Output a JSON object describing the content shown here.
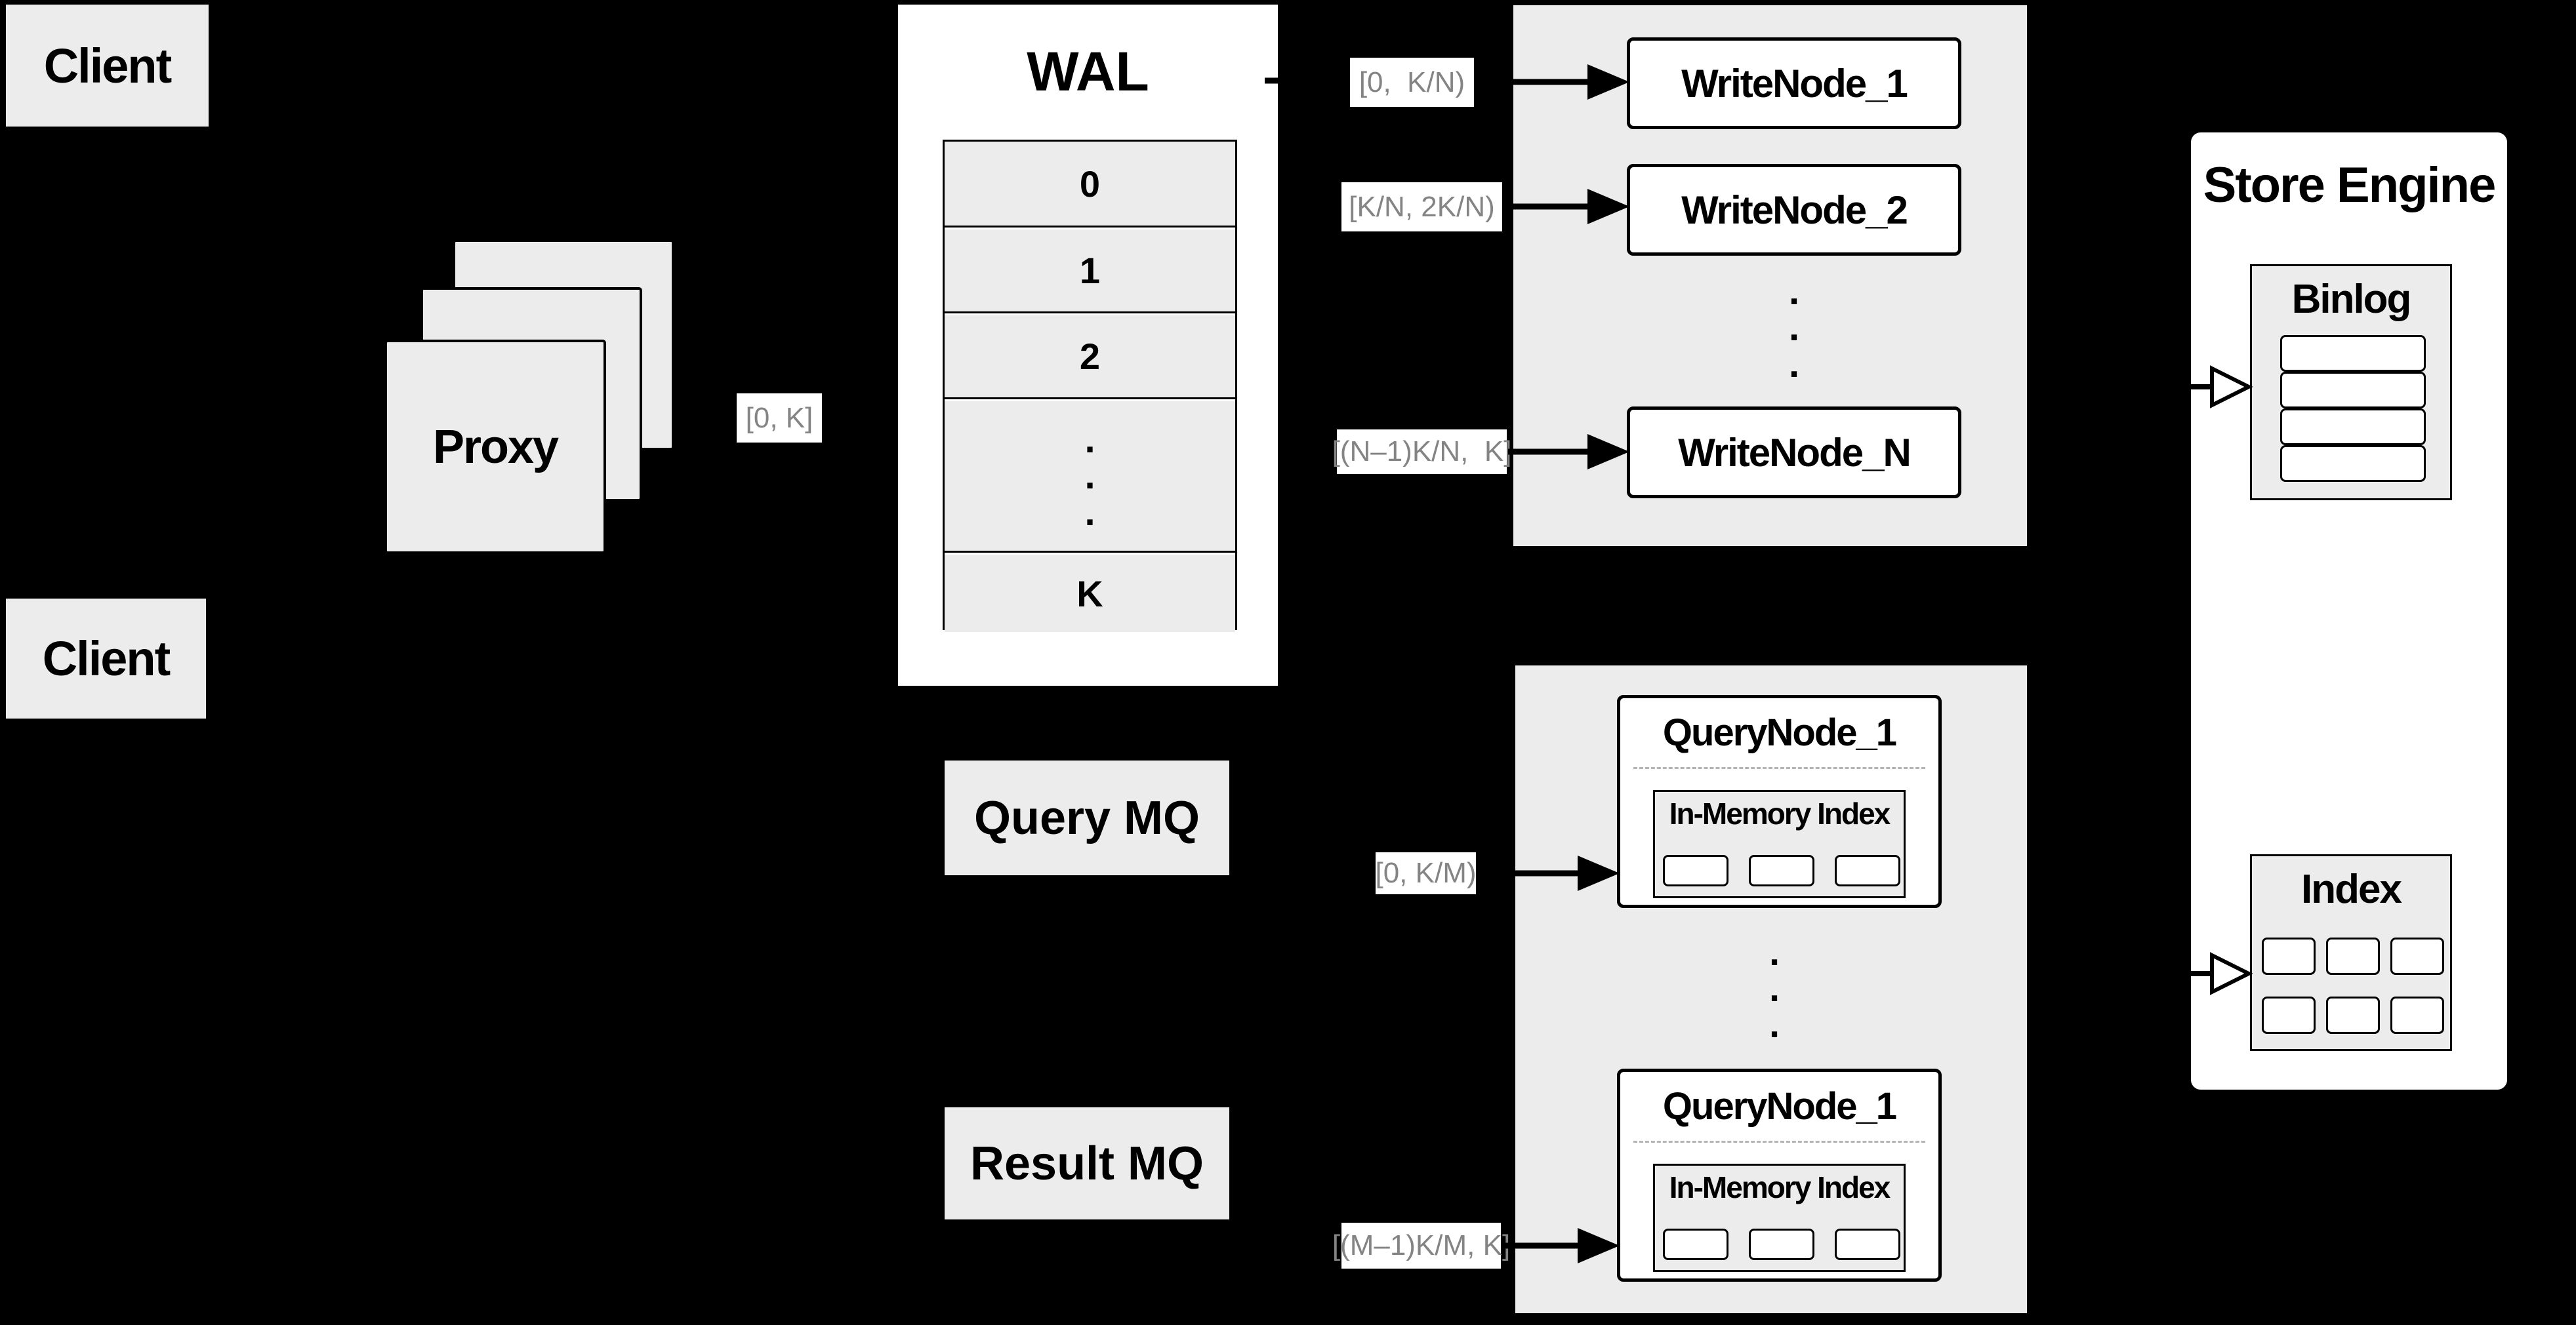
{
  "colors": {
    "background": "#000000",
    "panel_gray": "#ececec",
    "box_white": "#ffffff",
    "line_black": "#000000",
    "range_label_text": "#848484"
  },
  "client_top": {
    "label": "Client"
  },
  "client_bottom": {
    "label": "Client"
  },
  "proxy": {
    "label": "Proxy"
  },
  "range_labels": {
    "proxy_wal": "[0, K]",
    "write_1": "[0,  K/N)",
    "write_2": "[K/N, 2K/N)",
    "write_n": "[(N–1)K/N,  K]",
    "query_1": "[0, K/M)",
    "query_2": "[(M–1)K/M, K]"
  },
  "wal": {
    "title": "WAL",
    "rows": [
      "0",
      "1",
      "2"
    ],
    "ellipsis": ".\n.\n.",
    "last_row": "K"
  },
  "write_section": {
    "node_1": "WriteNode_1",
    "node_2": "WriteNode_2",
    "ellipsis": ".\n.\n.",
    "node_n": "WriteNode_N"
  },
  "mq": {
    "query": "Query MQ",
    "result": "Result MQ"
  },
  "query_section": {
    "ellipsis": ".\n.\n.",
    "node_top": {
      "title": "QueryNode_1",
      "index_title": "In-Memory Index"
    },
    "node_bottom": {
      "title": "QueryNode_1",
      "index_title": "In-Memory Index"
    }
  },
  "store_engine": {
    "title": "Store Engine",
    "binlog_title": "Binlog",
    "index_title": "Index"
  }
}
